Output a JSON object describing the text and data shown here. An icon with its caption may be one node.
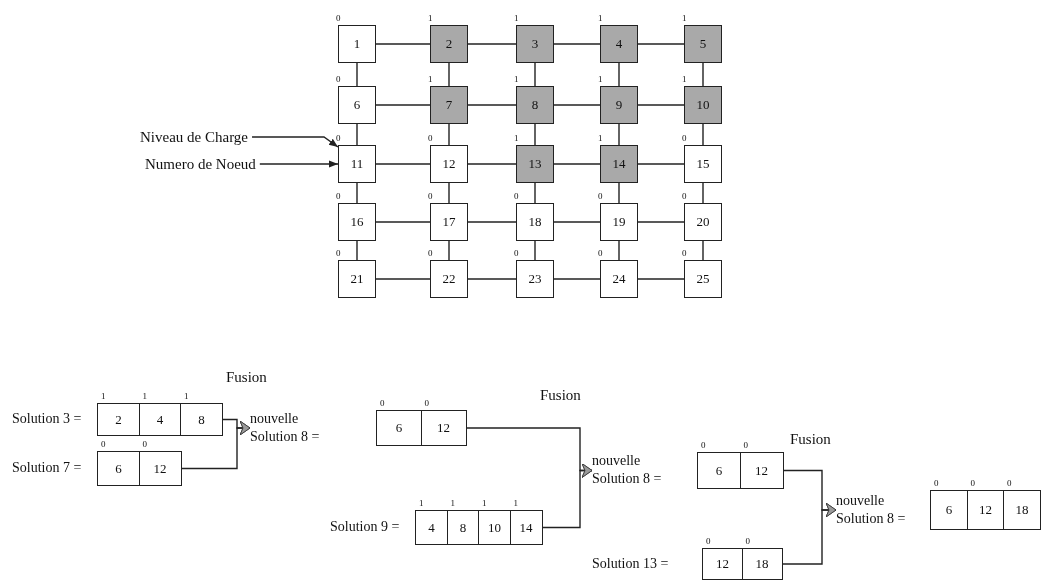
{
  "diagram": {
    "nodes": [
      {
        "text": [
          "1"
        ],
        "beside": [
          "0"
        ]
      },
      {
        "text": [
          "2"
        ],
        "beside": [
          "1"
        ]
      },
      {
        "text": [
          "3"
        ],
        "beside": [
          "1"
        ]
      },
      {
        "text": [
          "4"
        ],
        "beside": [
          "1"
        ]
      },
      {
        "text": [
          "5"
        ],
        "beside": [
          "1"
        ]
      },
      {
        "text": [
          "6"
        ],
        "beside": [
          "0"
        ]
      },
      {
        "text": [
          "7"
        ],
        "beside": [
          "1"
        ]
      },
      {
        "text": [
          "8"
        ],
        "beside": [
          "1"
        ]
      },
      {
        "text": [
          "9"
        ],
        "beside": [
          "1"
        ]
      },
      {
        "text": [
          "10"
        ],
        "beside": [
          "1"
        ]
      },
      {
        "text": [
          "11"
        ],
        "beside": [
          "0"
        ]
      },
      {
        "text": [
          "12"
        ],
        "beside": [
          "0"
        ]
      },
      {
        "text": [
          "13"
        ],
        "beside": [
          "1"
        ]
      },
      {
        "text": [
          "14"
        ],
        "beside": [
          "1"
        ]
      },
      {
        "text": [
          "15"
        ],
        "beside": [
          "0"
        ]
      },
      {
        "text": [
          "16"
        ],
        "beside": [
          "0"
        ]
      },
      {
        "text": [
          "17"
        ],
        "beside": [
          "0"
        ]
      },
      {
        "text": [
          "18"
        ],
        "beside": [
          "0"
        ]
      },
      {
        "text": [
          "19"
        ],
        "beside": [
          "0"
        ]
      },
      {
        "text": [
          "20"
        ],
        "beside": [
          "0"
        ]
      },
      {
        "text": [
          "21"
        ],
        "beside": [
          "0"
        ]
      },
      {
        "text": [
          "22"
        ],
        "beside": [
          "0"
        ]
      },
      {
        "text": [
          "23"
        ],
        "beside": [
          "0"
        ]
      },
      {
        "text": [
          "24"
        ],
        "beside": [
          "0"
        ]
      },
      {
        "text": [
          "25"
        ],
        "beside": [
          "0"
        ]
      },
      {
        "text": [
          "Niveau de Charge"
        ]
      },
      {
        "text": [
          "Numero de Noeud"
        ]
      },
      {
        "text": [
          "Solution 3 ="
        ]
      },
      {
        "text": [
          "2"
        ],
        "beside": [
          "1"
        ],
        "in": 27
      },
      {
        "text": [
          "4"
        ],
        "beside": [
          "1"
        ],
        "in": 27
      },
      {
        "text": [
          "8"
        ],
        "beside": [
          "1"
        ],
        "in": 27
      },
      {
        "text": [
          "Solution 7 ="
        ]
      },
      {
        "text": [
          "6"
        ],
        "beside": [
          "0"
        ],
        "in": 31
      },
      {
        "text": [
          "12"
        ],
        "beside": [
          "0"
        ],
        "in": 31
      },
      {
        "text": [
          "nouvelle Solution 8 ="
        ]
      },
      {
        "text": [
          "6"
        ],
        "beside": [
          "0"
        ],
        "in": 34
      },
      {
        "text": [
          "12"
        ],
        "beside": [
          "0"
        ],
        "in": 34
      },
      {
        "text": [
          "Solution 9 ="
        ]
      },
      {
        "text": [
          "4"
        ],
        "beside": [
          "1"
        ],
        "in": 37
      },
      {
        "text": [
          "8"
        ],
        "beside": [
          "1"
        ],
        "in": 37
      },
      {
        "text": [
          "10"
        ],
        "beside": [
          "1"
        ],
        "in": 37
      },
      {
        "text": [
          "14"
        ],
        "beside": [
          "1"
        ],
        "in": 37
      },
      {
        "text": [
          "nouvelle Solution 8 ="
        ]
      },
      {
        "text": [
          "6"
        ],
        "beside": [
          "0"
        ],
        "in": 42
      },
      {
        "text": [
          "12"
        ],
        "beside": [
          "0"
        ],
        "in": 42
      },
      {
        "text": [
          "Solution 13 ="
        ]
      },
      {
        "text": [
          "12"
        ],
        "beside": [
          "0"
        ],
        "in": 45
      },
      {
        "text": [
          "18"
        ],
        "beside": [
          "0"
        ],
        "in": 45
      },
      {
        "text": [
          "nouvelle Solution 8 ="
        ]
      },
      {
        "text": [
          "6"
        ],
        "beside": [
          "0"
        ],
        "in": 48
      },
      {
        "text": [
          "12"
        ],
        "beside": [
          "0"
        ],
        "in": 48
      },
      {
        "text": [
          "18"
        ],
        "beside": [
          "0"
        ],
        "in": 48
      }
    ],
    "edges": [
      {
        "from": 25,
        "to": 10,
        "arrow": "to"
      },
      {
        "from": 26,
        "to": 10,
        "arrow": "to"
      },
      {
        "from": 0,
        "to": 1,
        "arrow": "none"
      },
      {
        "from": 1,
        "to": 2,
        "arrow": "none"
      },
      {
        "from": 2,
        "to": 3,
        "arrow": "none"
      },
      {
        "from": 3,
        "to": 4,
        "arrow": "none"
      },
      {
        "from": 0,
        "to": 5,
        "arrow": "none"
      },
      {
        "from": 1,
        "to": 6,
        "arrow": "none"
      },
      {
        "from": 2,
        "to": 7,
        "arrow": "none"
      },
      {
        "from": 3,
        "to": 8,
        "arrow": "none"
      },
      {
        "from": 4,
        "to": 9,
        "arrow": "none"
      },
      {
        "from": 5,
        "to": 6,
        "arrow": "none"
      },
      {
        "from": 6,
        "to": 7,
        "arrow": "none"
      },
      {
        "from": 7,
        "to": 8,
        "arrow": "none"
      },
      {
        "from": 8,
        "to": 9,
        "arrow": "none"
      },
      {
        "from": 5,
        "to": 10,
        "arrow": "none"
      },
      {
        "from": 6,
        "to": 11,
        "arrow": "none"
      },
      {
        "from": 7,
        "to": 12,
        "arrow": "none"
      },
      {
        "from": 8,
        "to": 13,
        "arrow": "none"
      },
      {
        "from": 9,
        "to": 14,
        "arrow": "none"
      },
      {
        "from": 10,
        "to": 11,
        "arrow": "none"
      },
      {
        "from": 11,
        "to": 12,
        "arrow": "none"
      },
      {
        "from": 12,
        "to": 13,
        "arrow": "none"
      },
      {
        "from": 13,
        "to": 14,
        "arrow": "none"
      },
      {
        "from": 10,
        "to": 15,
        "arrow": "none"
      },
      {
        "from": 11,
        "to": 16,
        "arrow": "none"
      },
      {
        "from": 12,
        "to": 17,
        "arrow": "none"
      },
      {
        "from": 13,
        "to": 18,
        "arrow": "none"
      },
      {
        "from": 14,
        "to": 19,
        "arrow": "none"
      },
      {
        "from": 15,
        "to": 16,
        "arrow": "none"
      },
      {
        "from": 16,
        "to": 17,
        "arrow": "none"
      },
      {
        "from": 17,
        "to": 18,
        "arrow": "none"
      },
      {
        "from": 18,
        "to": 19,
        "arrow": "none"
      },
      {
        "from": 15,
        "to": 20,
        "arrow": "none"
      },
      {
        "from": 16,
        "to": 21,
        "arrow": "none"
      },
      {
        "from": 17,
        "to": 22,
        "arrow": "none"
      },
      {
        "from": 18,
        "to": 23,
        "arrow": "none"
      },
      {
        "from": 19,
        "to": 24,
        "arrow": "none"
      },
      {
        "from": 20,
        "to": 21,
        "arrow": "none"
      },
      {
        "from": 21,
        "to": 22,
        "arrow": "none"
      },
      {
        "from": 22,
        "to": 23,
        "arrow": "none"
      },
      {
        "from": 23,
        "to": 24,
        "arrow": "none"
      },
      {
        "from": 27,
        "to": 34,
        "arrow": "to"
      },
      {
        "from": 31,
        "to": 34,
        "arrow": "to"
      },
      {
        "from": 34,
        "to": 42,
        "arrow": "to"
      },
      {
        "from": 37,
        "to": 42,
        "arrow": "to"
      },
      {
        "from": 42,
        "to": 48,
        "arrow": "to"
      },
      {
        "from": 45,
        "to": 48,
        "arrow": "to"
      }
    ],
    "labels": [
      "Fusion",
      "Fusion",
      "Fusion"
    ]
  }
}
